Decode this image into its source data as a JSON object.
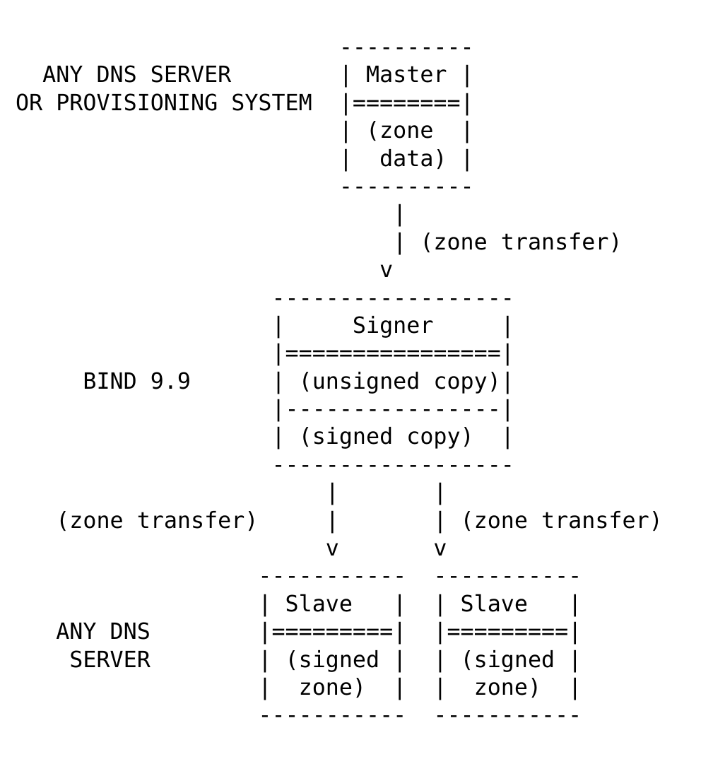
{
  "document": {
    "kind": "ascii-art-diagram",
    "title": "DNSSEC inline signing topology",
    "background_color": "#ffffff",
    "text_color": "#000000",
    "columns": 52,
    "rows": 26
  },
  "annotations": {
    "top_left_line1": "ANY DNS SERVER",
    "top_left_line2": "OR PROVISIONING SYSTEM",
    "middle_left": "BIND 9.9",
    "bottom_left_line1": "ANY DNS",
    "bottom_left_line2": "SERVER"
  },
  "nodes": {
    "master": {
      "title": "Master",
      "body_line1": "(zone",
      "body_line2": "data)",
      "border_style": "dashed",
      "separator": "equals",
      "width_chars": 10
    },
    "signer": {
      "title": "Signer",
      "body_line1": "(unsigned copy)",
      "body_line2": "(signed copy)",
      "border_style": "dashed",
      "separator_top": "equals",
      "separator_mid": "dashes",
      "width_chars": 19
    },
    "slave_left": {
      "title": "Slave",
      "body_line1": "(signed",
      "body_line2": "zone)",
      "border_style": "dashed",
      "separator": "equals",
      "width_chars": 11
    },
    "slave_right": {
      "title": "Slave",
      "body_line1": "(signed",
      "body_line2": "zone)",
      "border_style": "dashed",
      "separator": "equals",
      "width_chars": 11
    }
  },
  "edges": {
    "master_to_signer": {
      "label": "(zone transfer)",
      "arrow_glyph": "v",
      "direction": "down"
    },
    "signer_to_slave_left": {
      "label": "(zone transfer)",
      "arrow_glyph": "v",
      "direction": "down"
    },
    "signer_to_slave_right": {
      "label": "(zone transfer)",
      "arrow_glyph": "v",
      "direction": "down"
    }
  },
  "ascii_lines": [
    "                         - - - - - - - - -",
    "   ANY DNS SERVER        | Master  |",
    "OR PROVISIONING SYSTEM   |========|",
    "                         | (zone   |",
    "                         |  data)  |",
    "                         - - - - - - - - -",
    "                             |",
    "                             |  (zone transfer)",
    "                             v",
    "                    - - - - - - - - - - - - - - - - - -",
    "                    |      Signer      |",
    "                    |=================|",
    "      BIND 9.9      | (unsigned copy) |",
    "                    |- - - - - - - - - |",
    "                    |  (signed copy)   |",
    "                    - - - - - - - - - - - - - - - - - -",
    "                        |         |",
    "    (zone transfer)     |         |  (zone transfer)",
    "                        v         v",
    "                   - - - - - -   - - - - - -",
    "                   | Slave  |   | Slave  |",
    "    ANY DNS        |=======|   |=======|",
    "     SERVER        | (signed |   | (signed |",
    "                   |  zone)  |   |  zone)  |",
    "                   - - - - - -   - - - - - -"
  ],
  "art_rows": [
    {
      "id": "row-1",
      "text": "                        ----------"
    },
    {
      "id": "row-2",
      "text": "  ANY DNS SERVER        | Master |"
    },
    {
      "id": "row-3",
      "text": "OR PROVISIONING SYSTEM  |========|"
    },
    {
      "id": "row-4",
      "text": "                        | (zone  |"
    },
    {
      "id": "row-5",
      "text": "                        |  data) |"
    },
    {
      "id": "row-6",
      "text": "                        ----------"
    },
    {
      "id": "row-7",
      "text": "                            |"
    },
    {
      "id": "row-8",
      "text": "                            | (zone transfer)"
    },
    {
      "id": "row-9",
      "text": "                           v"
    },
    {
      "id": "row-10",
      "text": "                   ------------------"
    },
    {
      "id": "row-11",
      "text": "                   |     Signer     |"
    },
    {
      "id": "row-12",
      "text": "                   |================|"
    },
    {
      "id": "row-13",
      "text": "     BIND 9.9      | (unsigned copy)|"
    },
    {
      "id": "row-14",
      "text": "                   |----------------|"
    },
    {
      "id": "row-15",
      "text": "                   | (signed copy)  |"
    },
    {
      "id": "row-16",
      "text": "                   ------------------"
    },
    {
      "id": "row-17",
      "text": "                       |       |"
    },
    {
      "id": "row-18",
      "text": "   (zone transfer)     |       | (zone transfer)"
    },
    {
      "id": "row-19",
      "text": "                       v       v"
    },
    {
      "id": "row-20",
      "text": "                  -----------  -----------"
    },
    {
      "id": "row-21",
      "text": "                  | Slave   |  | Slave   |"
    },
    {
      "id": "row-22",
      "text": "   ANY DNS        |=========|  |=========|"
    },
    {
      "id": "row-23",
      "text": "    SERVER        | (signed |  | (signed |"
    },
    {
      "id": "row-24",
      "text": "                  |  zone)  |  |  zone)  |"
    },
    {
      "id": "row-25",
      "text": "                  -----------  -----------"
    }
  ]
}
